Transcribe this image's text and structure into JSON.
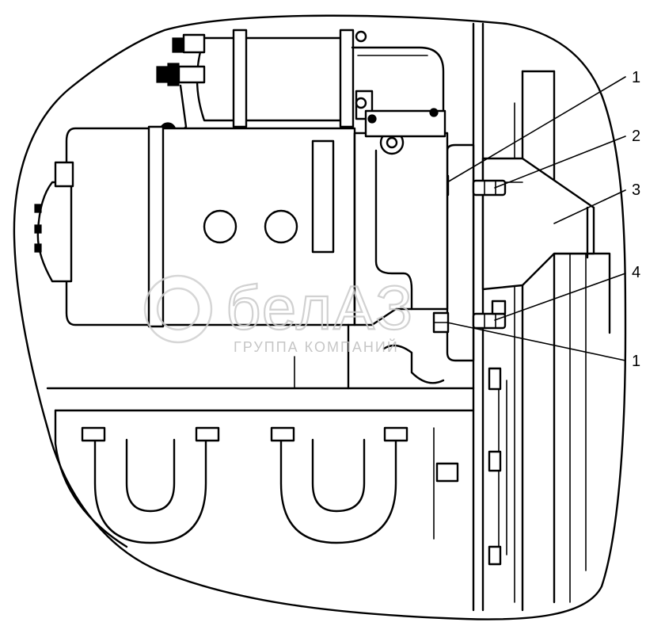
{
  "callouts": [
    {
      "label": "1"
    },
    {
      "label": "2"
    },
    {
      "label": "3"
    },
    {
      "label": "4"
    },
    {
      "label": "1"
    }
  ],
  "watermark": {
    "brand": "белАЗ",
    "tagline": "ГРУППА КОМПАНИЙ"
  }
}
